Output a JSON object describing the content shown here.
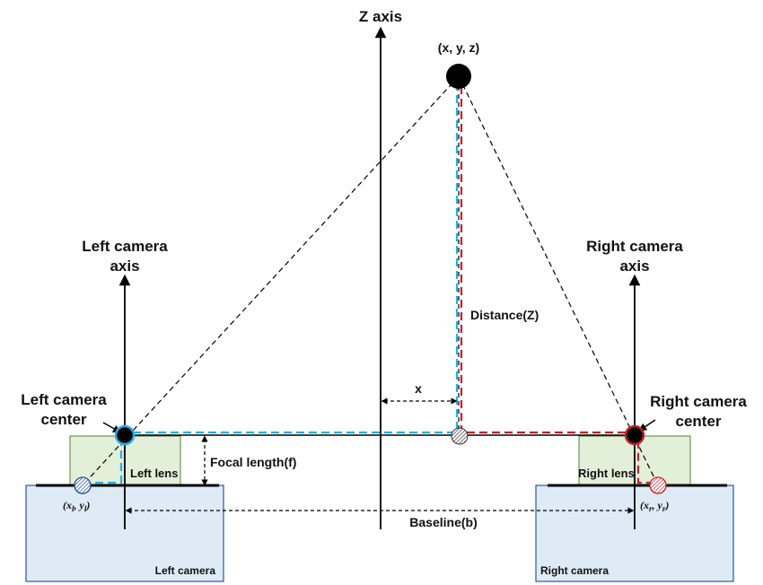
{
  "z_axis_label": "Z axis",
  "point_label": "(x, y, z)",
  "left_axis_label": [
    "Left camera",
    "axis"
  ],
  "right_axis_label": [
    "Right camera",
    "axis"
  ],
  "left_center_label": [
    "Left camera",
    "center"
  ],
  "right_center_label": [
    "Right camera",
    "center"
  ],
  "distance_label": "Distance(Z)",
  "x_label": "x",
  "focal_label": "Focal length(f)",
  "left_lens_label": "Left lens",
  "right_lens_label": "Right lens",
  "baseline_label": "Baseline(b)",
  "left_camera_label": "Left camera",
  "right_camera_label": "Right camera",
  "left_image_point": {
    "base": "(x",
    "sub1": "l",
    "mid": ", y",
    "sub2": "l",
    "end": ")"
  },
  "right_image_point": {
    "base": "(x",
    "sub1": "r",
    "mid": ", y",
    "sub2": "r",
    "end": ")"
  },
  "colors": {
    "lens_fill": "#e2efd9",
    "camera_fill": "#deebf7",
    "camera_border": "#2f5597",
    "left_path": "#27aee3",
    "right_path": "#c0232a",
    "line": "#000000"
  }
}
